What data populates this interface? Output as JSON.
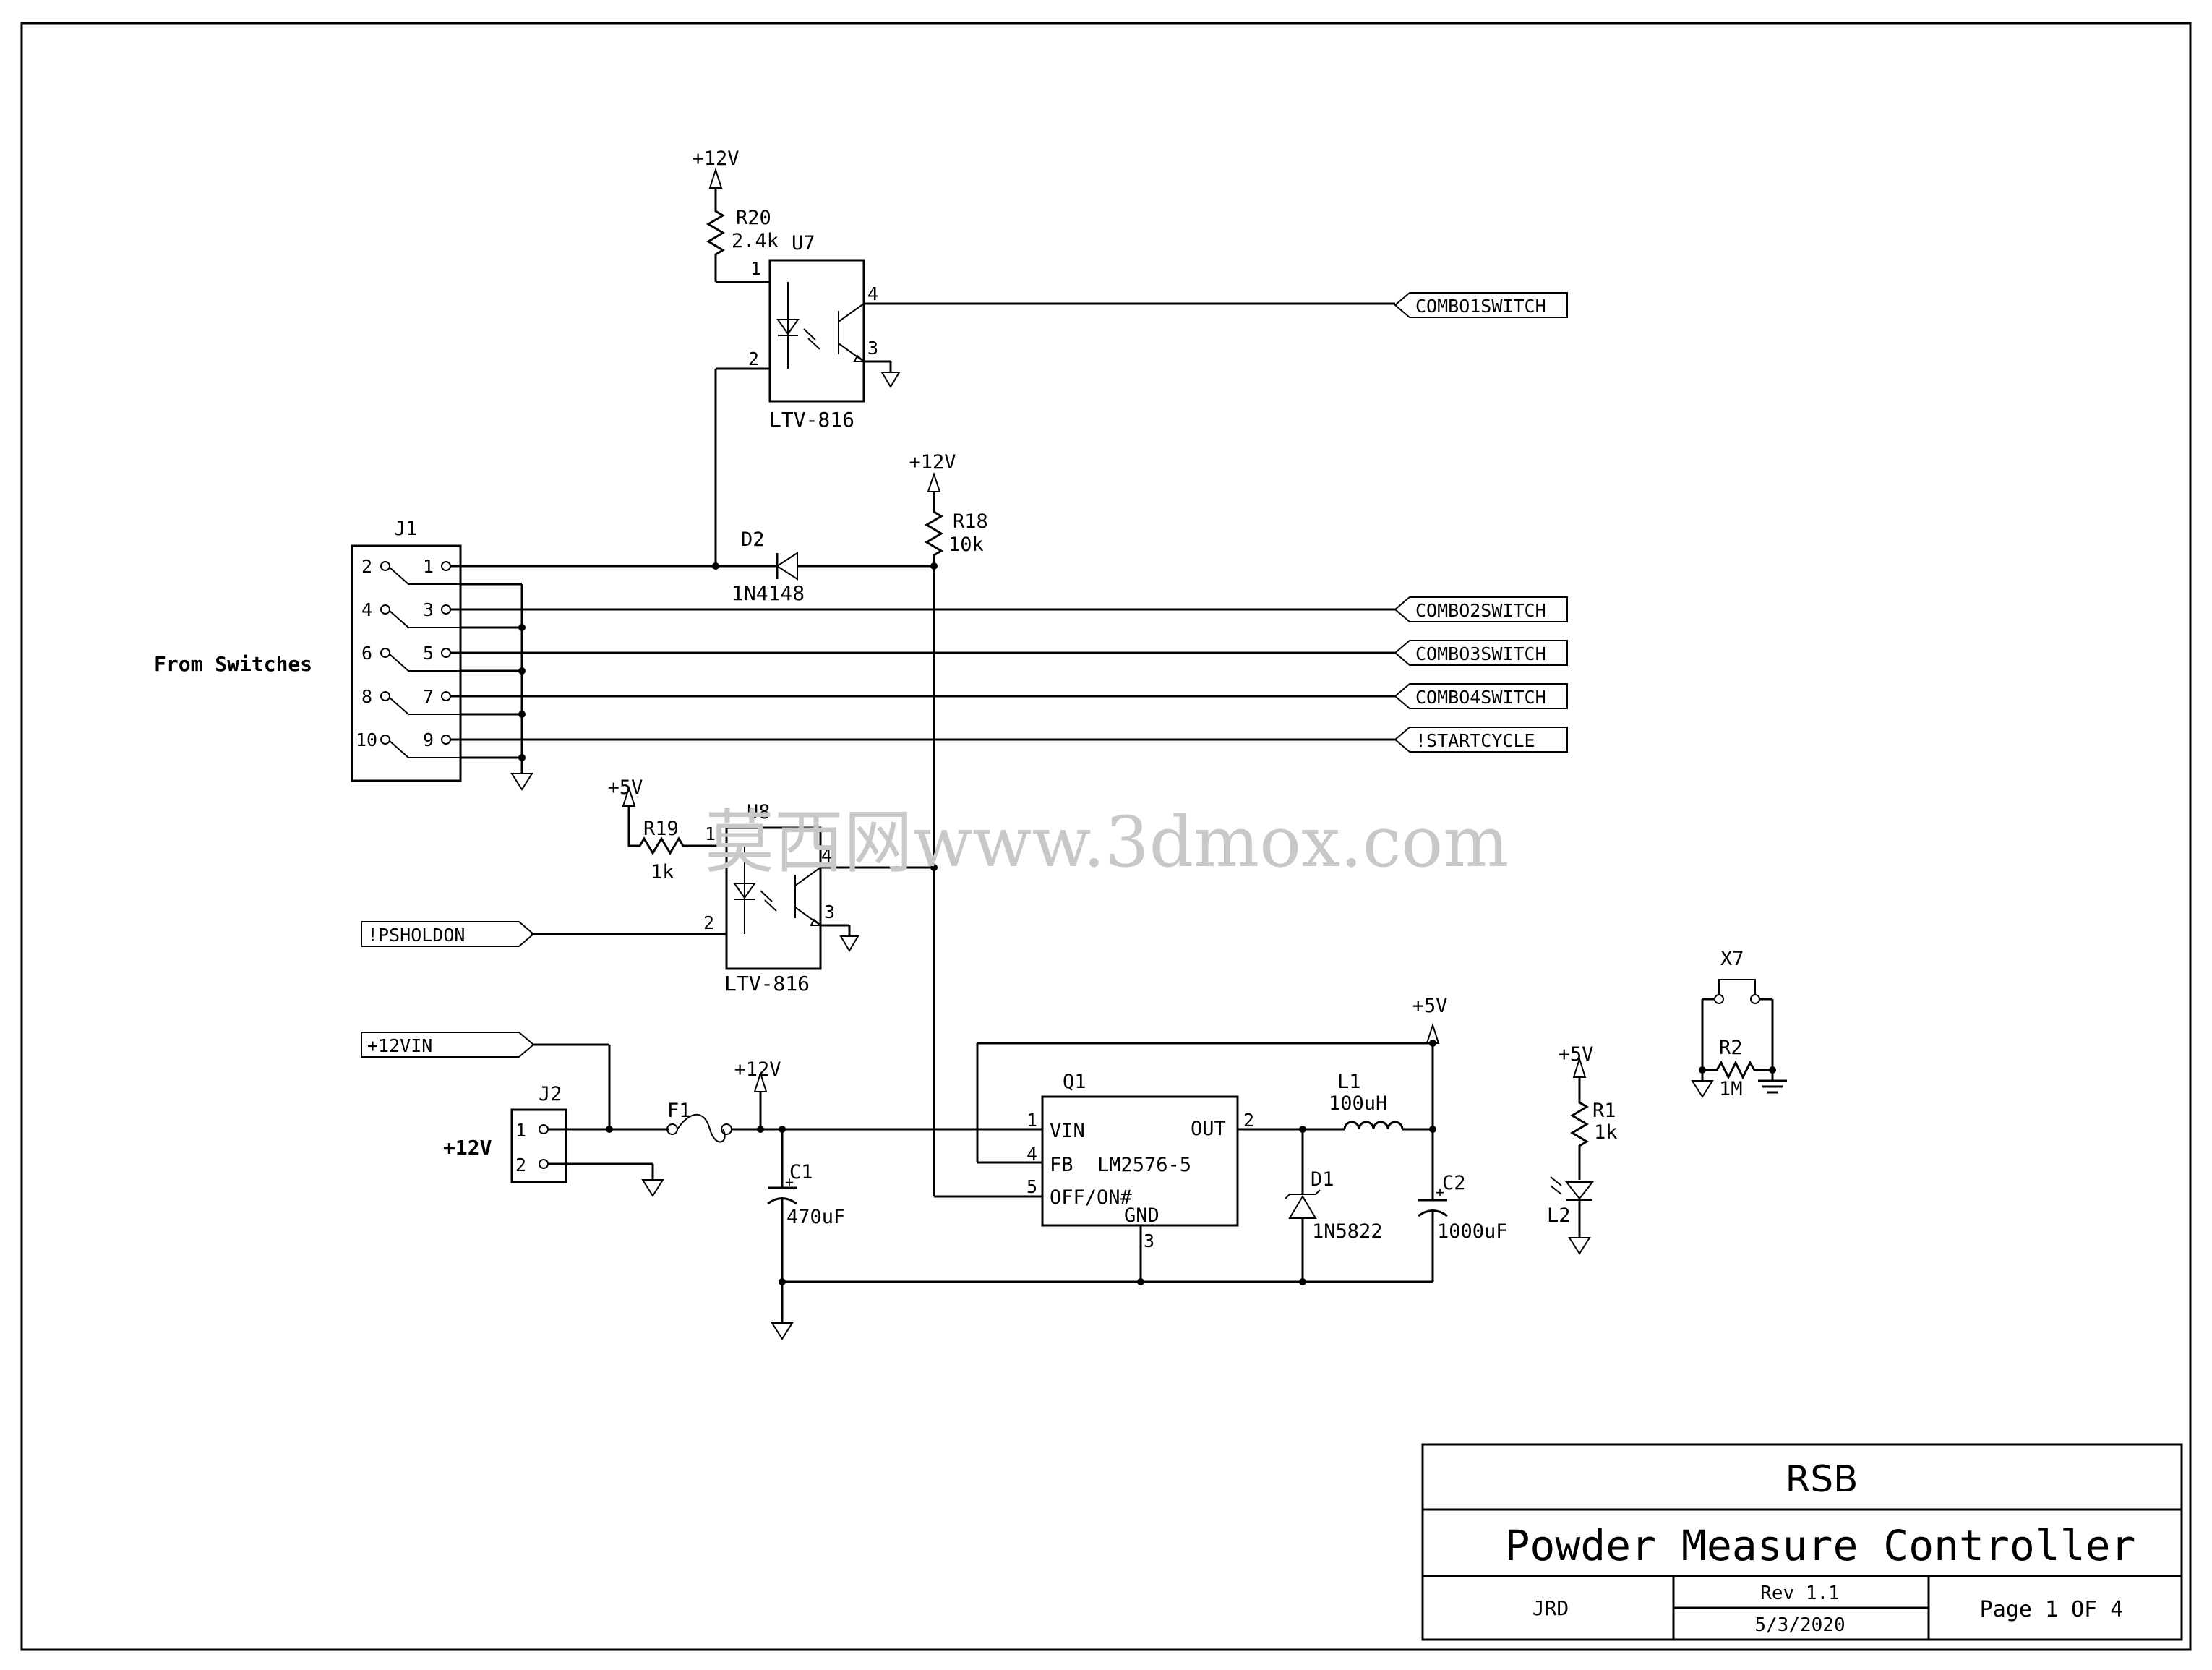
{
  "sheet": {
    "title_block": {
      "company": "RSB",
      "title": "Powder Measure Controller",
      "author": "JRD",
      "revision": "Rev 1.1",
      "date": "5/3/2020",
      "page": "Page 1 OF 4"
    },
    "watermark": "莫西网www.3dmox.com"
  },
  "power_labels": {
    "p12v": "+12V",
    "p5v": "+5V",
    "j2_supply": "+12V"
  },
  "components": {
    "r20": {
      "ref": "R20",
      "value": "2.4k"
    },
    "r18": {
      "ref": "R18",
      "value": "10k"
    },
    "r19": {
      "ref": "R19",
      "value": "1k"
    },
    "r1": {
      "ref": "R1",
      "value": "1k"
    },
    "r2": {
      "ref": "R2",
      "value": "1M"
    },
    "u7": {
      "ref": "U7",
      "part": "LTV-816",
      "pins": [
        "1",
        "2",
        "3",
        "4"
      ]
    },
    "u8": {
      "ref": "U8",
      "part": "LTV-816",
      "pins": [
        "1",
        "2",
        "3",
        "4"
      ]
    },
    "d2": {
      "ref": "D2",
      "part": "1N4148"
    },
    "d1": {
      "ref": "D1",
      "part": "1N5822"
    },
    "j1": {
      "ref": "J1",
      "label": "From Switches",
      "pins_left": [
        "2",
        "4",
        "6",
        "8",
        "10"
      ],
      "pins_right": [
        "1",
        "3",
        "5",
        "7",
        "9"
      ]
    },
    "j2": {
      "ref": "J2",
      "pins": [
        "1",
        "2"
      ]
    },
    "f1": {
      "ref": "F1"
    },
    "c1": {
      "ref": "C1",
      "value": "470uF"
    },
    "c2": {
      "ref": "C2",
      "value": "1000uF"
    },
    "l1": {
      "ref": "L1",
      "value": "100uH"
    },
    "l2": {
      "ref": "L2"
    },
    "x7": {
      "ref": "X7"
    },
    "q1": {
      "ref": "Q1",
      "part": "LM2576-5",
      "pin_names": {
        "vin": "VIN",
        "fb": "FB",
        "off": "OFF/ON#",
        "gnd": "GND",
        "out": "OUT"
      },
      "pin_numbers": {
        "vin": "1",
        "fb": "4",
        "off": "5",
        "gnd": "3",
        "out": "2"
      }
    }
  },
  "net_flags": {
    "combo1": "COMBO1SWITCH",
    "combo2": "COMBO2SWITCH",
    "combo3": "COMBO3SWITCH",
    "combo4": "COMBO4SWITCH",
    "startcycle": "!STARTCYCLE",
    "psholdon": "!PSHOLDON",
    "v12in": "+12VIN"
  }
}
